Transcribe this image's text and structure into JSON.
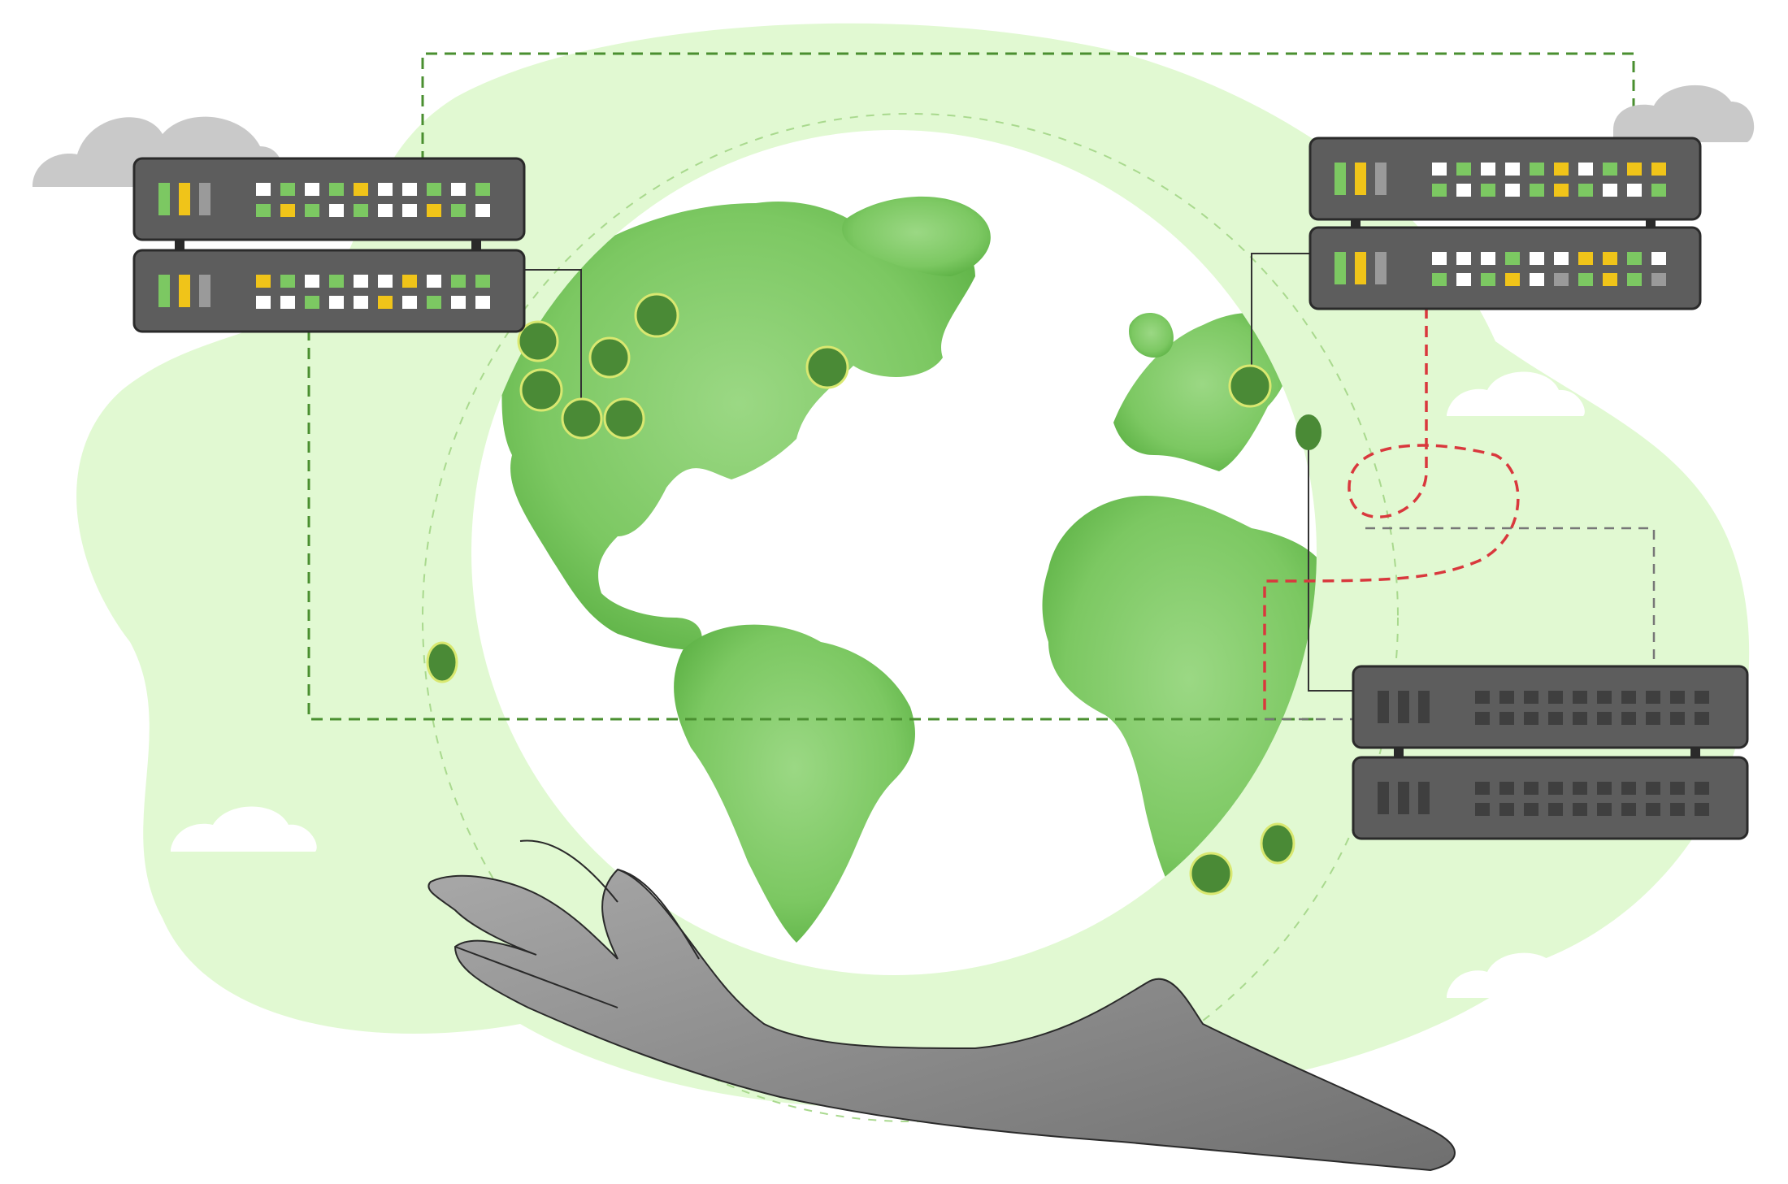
{
  "colors": {
    "background": "#ffffff",
    "blob": "#e1f9d2",
    "land": "#7cc862",
    "land_dark": "#63b54c",
    "node": "#4a8a36",
    "node_halo": "#d9e870",
    "server_body": "#5d5d5d",
    "server_outline": "#2a2a2a",
    "led_green": "#7cc862",
    "led_yellow": "#f0c419",
    "led_gray": "#9a9a9a",
    "led_white": "#ffffff",
    "led_dark": "#3f3f3f",
    "link_green": "#4a8f30",
    "link_red": "#d9383d",
    "link_gray": "#777777",
    "hand": "#8c8c8c",
    "cloud": "#c9c9c9"
  },
  "icons": {
    "globe": "globe-icon",
    "hand": "hand-icon",
    "server": "server-rack-icon",
    "cloud": "cloud-icon",
    "location": "location-dot-icon"
  },
  "scene": {
    "active_servers": 4,
    "inactive_servers": 2,
    "connection_types": [
      "green-dashed",
      "red-dashed",
      "gray-dashed"
    ]
  }
}
